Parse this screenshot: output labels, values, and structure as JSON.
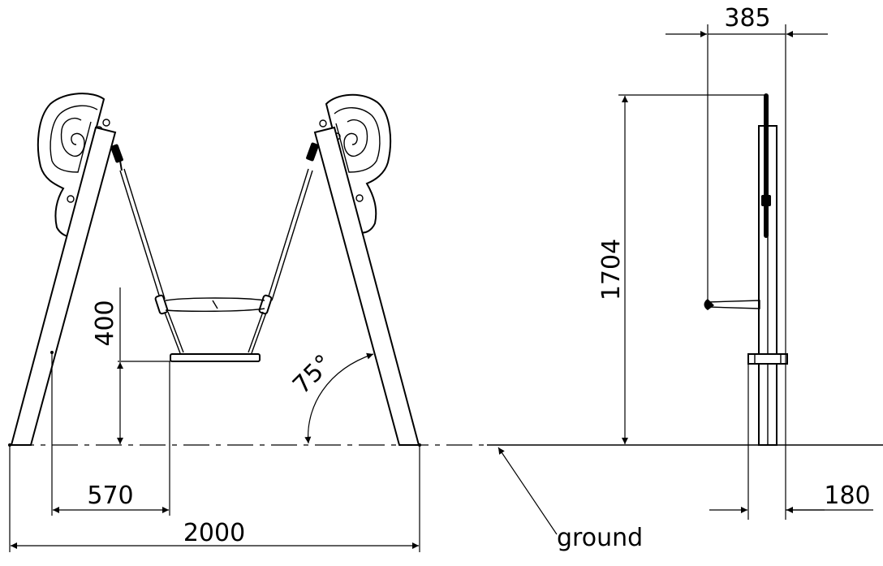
{
  "dimensions": {
    "overall_width": "2000",
    "seat_offset": "570",
    "seat_height": "400",
    "leg_angle": "75°",
    "total_height": "1704",
    "side_depth": "385",
    "post_width": "180"
  },
  "labels": {
    "ground": "ground"
  }
}
